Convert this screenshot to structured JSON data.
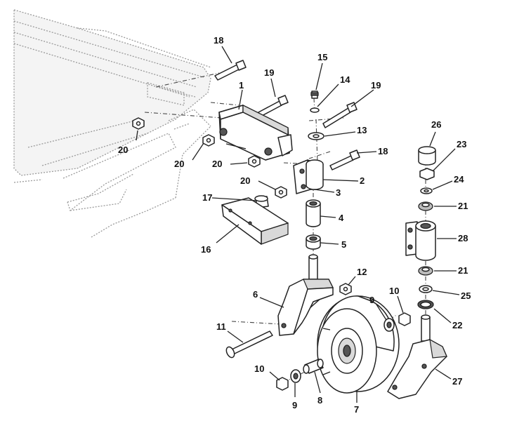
{
  "callouts": [
    {
      "id": "c1",
      "text": "1"
    },
    {
      "id": "c2",
      "text": "2"
    },
    {
      "id": "c3",
      "text": "3"
    },
    {
      "id": "c4",
      "text": "4"
    },
    {
      "id": "c5",
      "text": "5"
    },
    {
      "id": "c6",
      "text": "6"
    },
    {
      "id": "c7",
      "text": "7"
    },
    {
      "id": "c8",
      "text": "8"
    },
    {
      "id": "c9a",
      "text": "9"
    },
    {
      "id": "c9b",
      "text": "9"
    },
    {
      "id": "c10a",
      "text": "10"
    },
    {
      "id": "c10b",
      "text": "10"
    },
    {
      "id": "c11",
      "text": "11"
    },
    {
      "id": "c12",
      "text": "12"
    },
    {
      "id": "c13",
      "text": "13"
    },
    {
      "id": "c14",
      "text": "14"
    },
    {
      "id": "c15",
      "text": "15"
    },
    {
      "id": "c16",
      "text": "16"
    },
    {
      "id": "c17",
      "text": "17"
    },
    {
      "id": "c18a",
      "text": "18"
    },
    {
      "id": "c18b",
      "text": "18"
    },
    {
      "id": "c19a",
      "text": "19"
    },
    {
      "id": "c19b",
      "text": "19"
    },
    {
      "id": "c20a",
      "text": "20"
    },
    {
      "id": "c20b",
      "text": "20"
    },
    {
      "id": "c20c",
      "text": "20"
    },
    {
      "id": "c20d",
      "text": "20"
    },
    {
      "id": "c21a",
      "text": "21"
    },
    {
      "id": "c21b",
      "text": "21"
    },
    {
      "id": "c22",
      "text": "22"
    },
    {
      "id": "c23",
      "text": "23"
    },
    {
      "id": "c24",
      "text": "24"
    },
    {
      "id": "c25",
      "text": "25"
    },
    {
      "id": "c26",
      "text": "26"
    },
    {
      "id": "c27",
      "text": "27"
    },
    {
      "id": "c28",
      "text": "28"
    }
  ]
}
